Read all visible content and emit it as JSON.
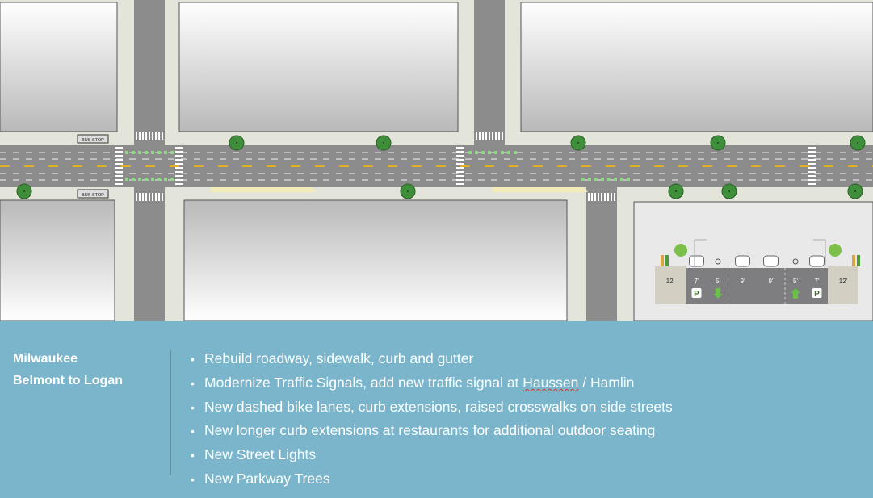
{
  "map": {
    "bus_stop_labels": [
      "BUS STOP",
      "BUS STOP"
    ],
    "colors": {
      "sidewalk": "#e3e5da",
      "road": "#8c8c8c",
      "bike": "#8fd68a",
      "centerline": "#e0b020",
      "tree": "#3f8f3a",
      "panel": "#7ab5cc"
    },
    "cross_section": {
      "lanes": [
        {
          "width": "12'",
          "type": "sidewalk"
        },
        {
          "width": "7'",
          "type": "parking",
          "icon": "parking-icon"
        },
        {
          "width": "5'",
          "type": "bike",
          "icon": "arrow-down-icon"
        },
        {
          "width": "9'",
          "type": "travel"
        },
        {
          "width": "9'",
          "type": "travel"
        },
        {
          "width": "5'",
          "type": "bike",
          "icon": "arrow-up-icon"
        },
        {
          "width": "7'",
          "type": "parking",
          "icon": "parking-icon"
        },
        {
          "width": "12'",
          "type": "sidewalk"
        }
      ],
      "parking_letter": "P"
    }
  },
  "panel": {
    "title_line1": "Milwaukee",
    "title_line2": "Belmont to Logan",
    "bullets": [
      "Rebuild roadway, sidewalk, curb and gutter",
      "New dashed bike lanes, curb extensions, raised crosswalks on side streets",
      "New longer curb extensions at restaurants for additional outdoor seating",
      "New Street Lights",
      "New Parkway Trees"
    ],
    "bullet2_pre": "Modernize Traffic Signals, add new traffic signal at ",
    "bullet2_underlined": "Haussen",
    "bullet2_post": " / Hamlin"
  }
}
